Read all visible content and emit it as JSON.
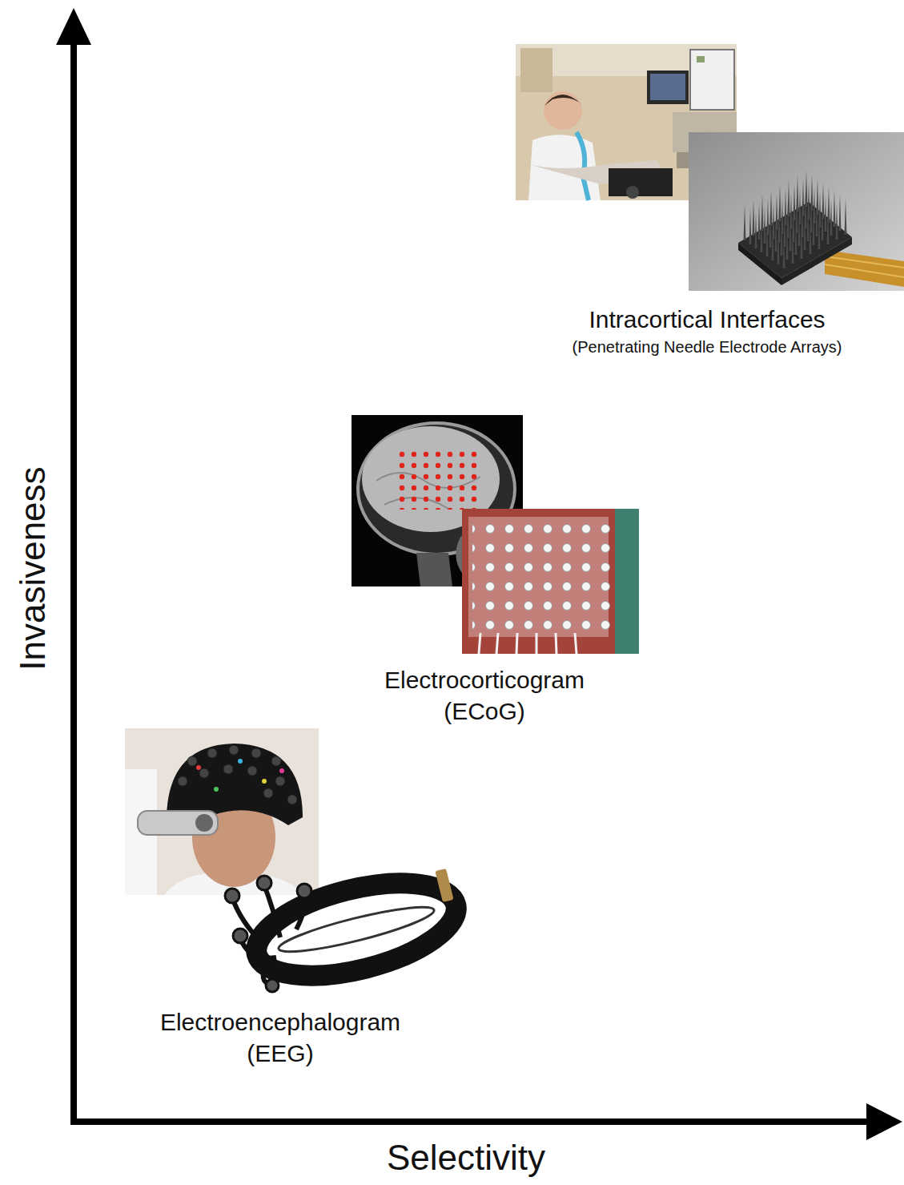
{
  "diagram": {
    "labels": [
      "Invasiveness",
      "Selectivity",
      "Intracortical Interfaces",
      "(Penetrating Needle Electrode Arrays)",
      "Electrocorticogram (ECoG)",
      "Electroencephalogram (EEG)"
    ]
  }
}
